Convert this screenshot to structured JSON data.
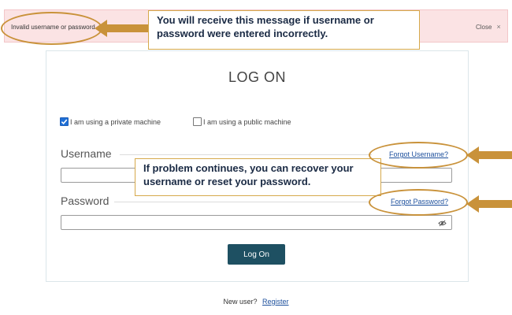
{
  "banner": {
    "error_message": "Invalid username or password.",
    "close_label": "Close",
    "close_icon": "×"
  },
  "login": {
    "title": "LOG ON",
    "private_option": "I am using a private machine",
    "public_option": "I am using a public machine",
    "private_checked": true,
    "public_checked": false,
    "username_label": "Username",
    "username_value": "",
    "forgot_username": "Forgot Username?",
    "password_label": "Password",
    "password_value": "",
    "forgot_password": "Forgot Password?",
    "submit_label": "Log On"
  },
  "footer": {
    "new_user_text": "New user?",
    "register_link": "Register"
  },
  "annotations": {
    "callout_top": "You will receive this message if username or password were entered incorrectly.",
    "callout_middle": "If problem continues, you can recover your username or reset your password."
  },
  "colors": {
    "banner_bg": "#fbe3e4",
    "button_bg": "#1e5062",
    "link": "#1c4f9c",
    "annotation": "#c9923a"
  },
  "icons": [
    "close-icon",
    "checkmark-icon",
    "eye-slash-icon",
    "arrow-left-icon"
  ]
}
